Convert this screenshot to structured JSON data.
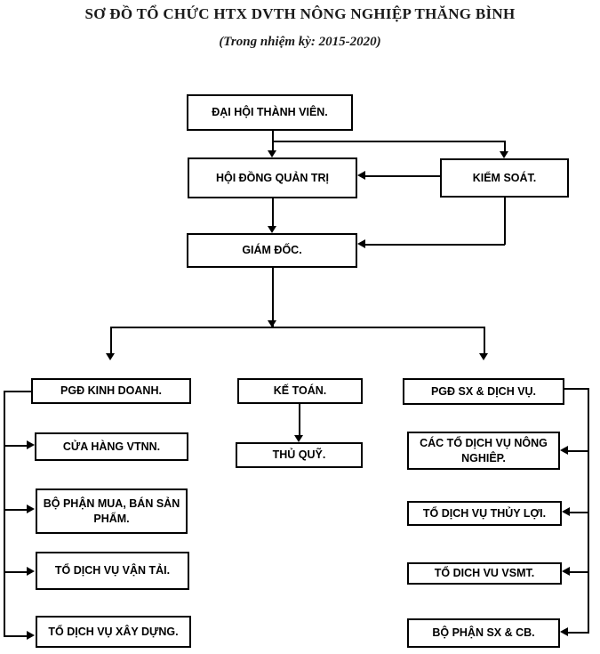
{
  "title": "SƠ ĐỒ TỔ CHỨC HTX DVTH NÔNG NGHIỆP THĂNG BÌNH",
  "subtitle": "(Trong nhiệm kỳ: 2015-2020)",
  "colors": {
    "text": "#000000",
    "box_border": "#000000",
    "box_background": "#ffffff",
    "page_background": "#ffffff"
  },
  "nodes": {
    "general_assembly": "ĐẠI HỘI THÀNH VIÊN.",
    "board": "HỘI ĐỒNG QUẢN TRỊ",
    "control": "KIỂM SOÁT.",
    "director": "GIÁM ĐỐC.",
    "pgd_kinh_doanh": "PGĐ KINH DOANH.",
    "cua_hang_vtnn": "CỬA HÀNG VTNN.",
    "bo_phan_mua_ban": "BỘ PHẬN MUA, BÁN SẢN PHẨM.",
    "to_dv_van_tai": "TỔ DỊCH VỤ VẬN TẢI.",
    "to_dv_xay_dung": "TỔ DỊCH VỤ XÂY DỰNG.",
    "ke_toan": "KẾ TOÁN.",
    "thu_quy": "THỦ QUỸ.",
    "pgd_sx_dich_vu": "PGĐ SX & DỊCH VỤ.",
    "cac_to_dv_nong_nghiep": "CÁC TỔ DỊCH VỤ NÔNG NGHIÊP.",
    "to_dv_thuy_loi": "TỔ DỊCH VỤ THỦY LỢI.",
    "to_dich_vu_vsmt": "TỔ DICH VU VSMT.",
    "bo_phan_sx_cb": "BỘ PHẬN SX & CB."
  },
  "edges": [
    {
      "from": "general_assembly",
      "to": "board"
    },
    {
      "from": "general_assembly",
      "to": "control"
    },
    {
      "from": "control",
      "to": "board"
    },
    {
      "from": "control",
      "to": "director"
    },
    {
      "from": "board",
      "to": "director"
    },
    {
      "from": "director",
      "to": "pgd_kinh_doanh"
    },
    {
      "from": "director",
      "to": "pgd_sx_dich_vu"
    },
    {
      "from": "pgd_kinh_doanh",
      "to": "cua_hang_vtnn"
    },
    {
      "from": "pgd_kinh_doanh",
      "to": "bo_phan_mua_ban"
    },
    {
      "from": "pgd_kinh_doanh",
      "to": "to_dv_van_tai"
    },
    {
      "from": "pgd_kinh_doanh",
      "to": "to_dv_xay_dung"
    },
    {
      "from": "ke_toan",
      "to": "thu_quy"
    },
    {
      "from": "pgd_sx_dich_vu",
      "to": "cac_to_dv_nong_nghiep"
    },
    {
      "from": "pgd_sx_dich_vu",
      "to": "to_dv_thuy_loi"
    },
    {
      "from": "pgd_sx_dich_vu",
      "to": "to_dich_vu_vsmt"
    },
    {
      "from": "pgd_sx_dich_vu",
      "to": "bo_phan_sx_cb"
    }
  ]
}
